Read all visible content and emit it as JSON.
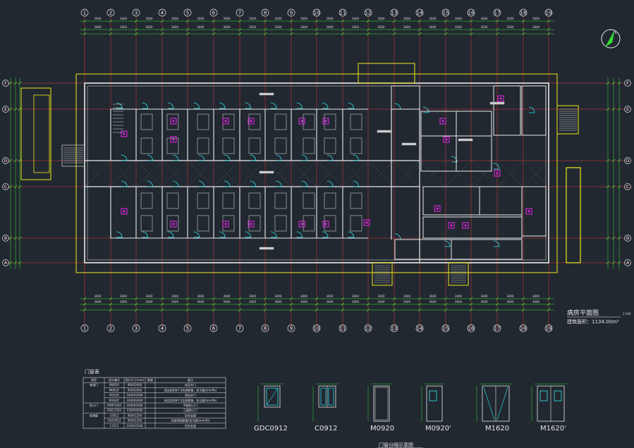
{
  "column_axes": [
    "1",
    "2",
    "3",
    "4",
    "5",
    "6",
    "7",
    "8",
    "9",
    "10",
    "11",
    "12",
    "13",
    "14",
    "15",
    "16",
    "17",
    "18",
    "19"
  ],
  "row_axes": [
    "F",
    "E",
    "D",
    "C",
    "B",
    "A"
  ],
  "plan": {
    "title": "病房平面图",
    "scale": "1:100",
    "area": "建筑面积：1134.00m²"
  },
  "door_elevations": [
    {
      "code": "GDC0912"
    },
    {
      "code": "C0912"
    },
    {
      "code": "M0920"
    },
    {
      "code": "M0920'"
    },
    {
      "code": "M1620"
    },
    {
      "code": "M1620'"
    }
  ],
  "door_elev_caption": "门窗分隔示意图",
  "door_table": {
    "title": "门窗表",
    "headers": [
      "类型",
      "设计编号",
      "洞口尺寸(mm)",
      "数量",
      "备注"
    ],
    "rows": [
      [
        "普通门",
        "M0920",
        "900X2000",
        "",
        "成品木门"
      ],
      [
        "",
        "M0920'",
        "900X2000",
        "",
        "成品铅防护门(含观察窗，铅当量2mmPb)"
      ],
      [
        "",
        "M1620",
        "1600X2000",
        "",
        "成品木门"
      ],
      [
        "",
        "M1620'",
        "1600X2000",
        "",
        "成品铅防护门(含观察窗，铅当量2mmPb)"
      ],
      [
        "防火门",
        "FM甲1020",
        "1000X2000",
        "",
        "甲级防火门"
      ],
      [
        "",
        "FM乙1520",
        "1500X2000",
        "",
        "乙级防火门"
      ],
      [
        "普通窗",
        "C0912",
        "900X1200",
        "",
        "铝合金窗"
      ],
      [
        "",
        "GDC0912",
        "900X1200",
        "",
        "铅玻璃观察窗(铅当量2mmPb)"
      ],
      [
        "",
        "C1515",
        "1500X1500",
        "",
        "铝合金窗"
      ]
    ]
  },
  "colors": {
    "background": "#212830",
    "axis_green": "#35e035",
    "grid_red": "#e33a3a",
    "wall_white": "#ececec",
    "door_cyan": "#2fe6f0",
    "fixture_magenta": "#f024f0",
    "outline_yellow": "#f2e81c"
  }
}
